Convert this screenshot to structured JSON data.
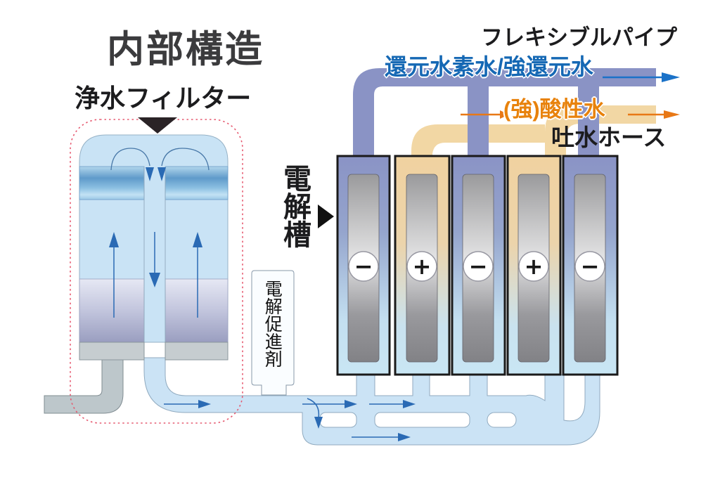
{
  "title": "内部構造",
  "filter": {
    "label": "浄水フィルター"
  },
  "electrolysis_tank": {
    "label": "電解槽",
    "electrodes": [
      {
        "sign": "−"
      },
      {
        "sign": "+"
      },
      {
        "sign": "−"
      },
      {
        "sign": "+"
      },
      {
        "sign": "−"
      }
    ]
  },
  "promoter": {
    "label": "電解促進剤"
  },
  "outputs": {
    "flexible_pipe_label": "フレキシブルパイプ",
    "reduced_water_label": "還元水素水/強還元水",
    "acidic_water_label": "(強)酸性水",
    "hose_label": "吐水ホース"
  },
  "colors": {
    "reduced_water_pipe": "#8a93c5",
    "acidic_water_pipe": "#f2d7a4",
    "purified_water_pipe": "#cbe3f5",
    "inlet_pipe": "#bdc7cb",
    "reduced_water_text": "#1568b4",
    "acidic_water_text": "#e8820c",
    "flow_arrow": "#2a6ab4",
    "filter_outline": "#e65a70"
  }
}
